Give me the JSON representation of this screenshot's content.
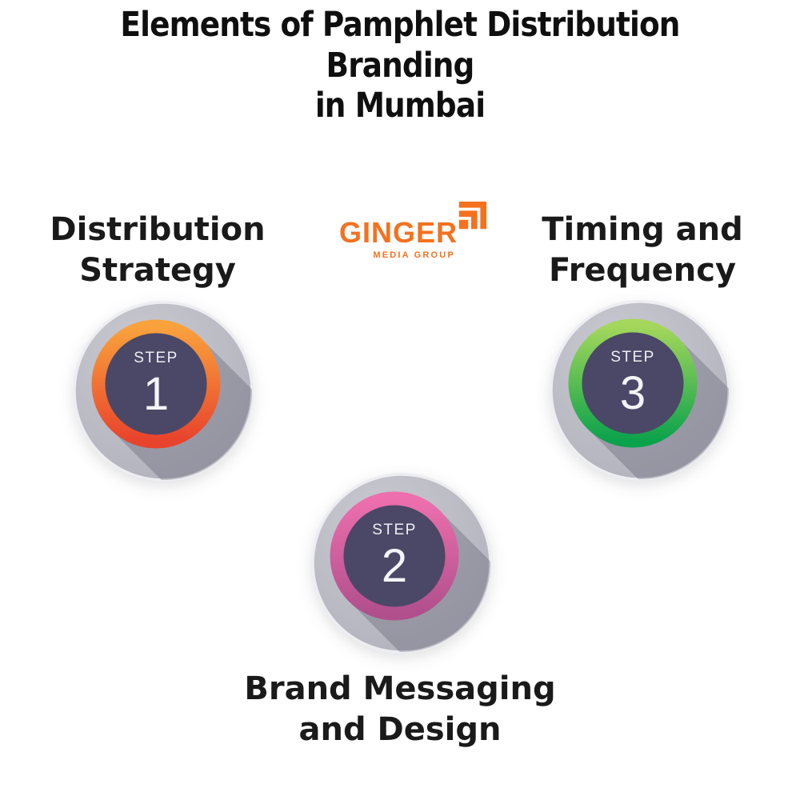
{
  "title": {
    "line1": "Elements of Pamphlet Distribution Branding",
    "line2": "in Mumbai"
  },
  "logo": {
    "brand": "GINGER",
    "tagline": "MEDIA GROUP",
    "brand_color": "#F4711F"
  },
  "steps": [
    {
      "label_line1": "Distribution",
      "label_line2": "Strategy",
      "step_word": "STEP",
      "number": "1",
      "ring_color_top": "#F9A23C",
      "ring_color_bottom": "#E8432C"
    },
    {
      "label_line1": "Brand Messaging",
      "label_line2": "and Design",
      "step_word": "STEP",
      "number": "2",
      "ring_color_top": "#EE6FAE",
      "ring_color_bottom": "#B04F8C"
    },
    {
      "label_line1": "Timing and",
      "label_line2": "Frequency",
      "step_word": "STEP",
      "number": "3",
      "ring_color_top": "#A4D75B",
      "ring_color_bottom": "#0BA24C"
    }
  ],
  "colors": {
    "background": "#FFFFFF",
    "title_text": "#0F0F0F",
    "outer_disc": "#B5B5BF",
    "disc_rim": "#EDEDF2",
    "inner_circle": "#4A4866",
    "step_text": "#F4F4F8"
  }
}
